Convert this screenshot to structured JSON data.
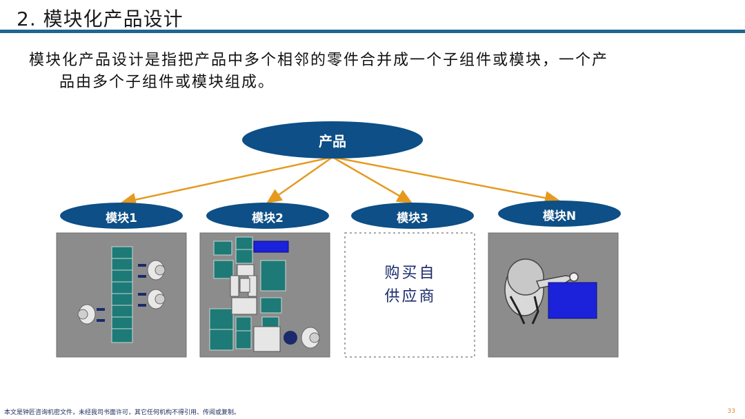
{
  "header": {
    "title": "2. 模块化产品设计"
  },
  "description": {
    "line1": "模块化产品设计是指把产品中多个相邻的零件合并成一个子组件或模块，一个产",
    "line2": "品由多个子组件或模块组成。"
  },
  "diagram": {
    "root": "产品",
    "modules": [
      "模块1",
      "模块2",
      "模块3",
      "模块N"
    ],
    "supplier_line1": "购买自",
    "supplier_line2": "供应商"
  },
  "colors": {
    "ellipse": "#0d4f86",
    "arrow": "#e59a1f",
    "panel": "#8c8c8c",
    "teal": "#1e7a76",
    "blue": "#1b22d9",
    "title_rule": "#1f6592"
  },
  "footer": {
    "note": "本文是钟匠咨询机密文件，未经我司书面许可，其它任何机构不得引用、传阅或复制。",
    "page": "33"
  }
}
